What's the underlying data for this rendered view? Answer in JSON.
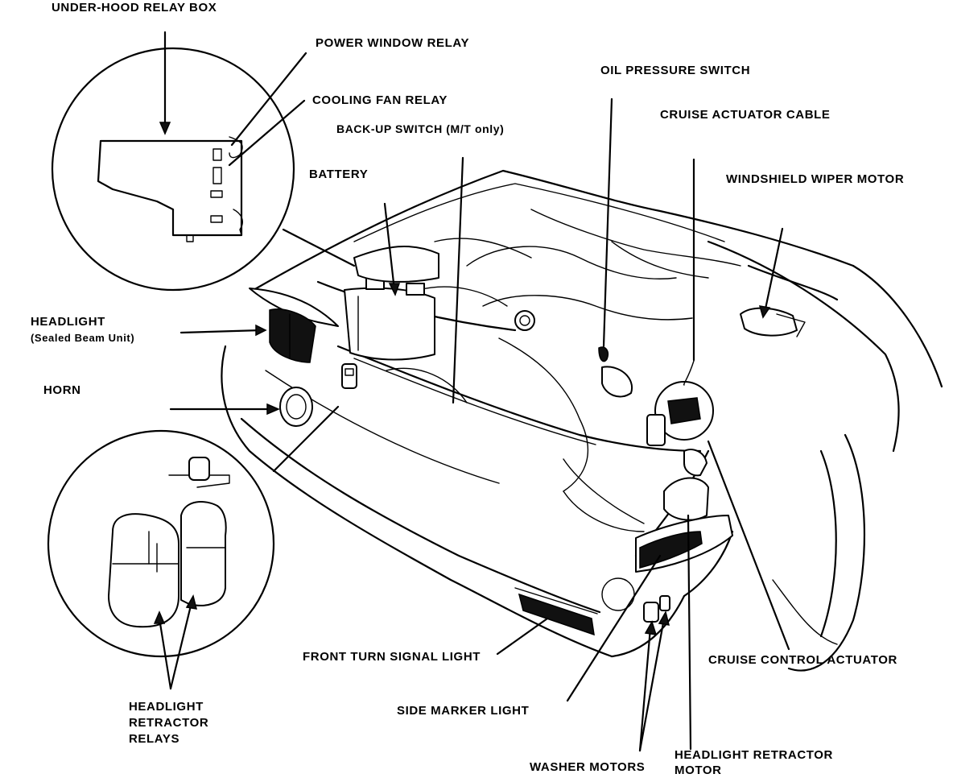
{
  "labels": {
    "under_hood_relay_box": "UNDER-HOOD RELAY BOX",
    "power_window_relay": "POWER WINDOW RELAY",
    "cooling_fan_relay": "COOLING FAN RELAY",
    "back_up_switch": "BACK-UP SWITCH (M/T only)",
    "battery": "BATTERY",
    "oil_pressure_switch": "OIL PRESSURE SWITCH",
    "cruise_actuator_cable": "CRUISE ACTUATOR CABLE",
    "windshield_wiper_motor": "WINDSHIELD WIPER MOTOR",
    "headlight_line1": "HEADLIGHT",
    "headlight_line2": "(Sealed Beam Unit)",
    "horn": "HORN",
    "headlight_retractor_relays_line1": "HEADLIGHT",
    "headlight_retractor_relays_line2": "RETRACTOR",
    "headlight_retractor_relays_line3": "RELAYS",
    "front_turn_signal_light": "FRONT TURN SIGNAL LIGHT",
    "side_marker_light": "SIDE MARKER LIGHT",
    "washer_motors": "WASHER MOTORS",
    "headlight_retractor_motor_line1": "HEADLIGHT RETRACTOR",
    "headlight_retractor_motor_line2": "MOTOR",
    "cruise_control_actuator": "CRUISE CONTROL ACTUATOR"
  }
}
